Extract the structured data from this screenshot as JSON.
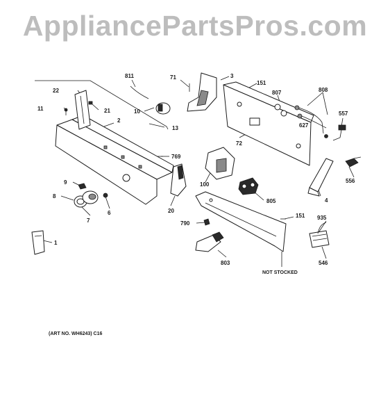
{
  "watermark": "AppliancePartsPros.com",
  "art_note": "(ART NO. WH6243) C16",
  "not_stocked": "NOT STOCKED",
  "callouts": {
    "c811": "811",
    "c71": "71",
    "c3": "3",
    "c151a": "151",
    "c807": "807",
    "c808": "808",
    "c22": "22",
    "c21": "21",
    "c11": "11",
    "c10": "10",
    "c2": "2",
    "c13": "13",
    "c557": "557",
    "c627": "627",
    "c72": "72",
    "c769": "769",
    "c100": "100",
    "c9": "9",
    "c8": "8",
    "c7": "7",
    "c6": "6",
    "c20": "20",
    "c805": "805",
    "c4": "4",
    "c556": "556",
    "c790": "790",
    "c151b": "151",
    "c935": "935",
    "c1": "1",
    "c803": "803",
    "c546": "546"
  }
}
